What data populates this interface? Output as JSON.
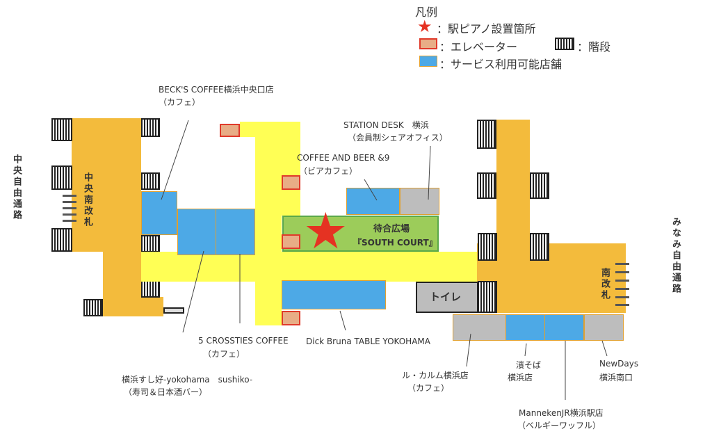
{
  "legend": {
    "title": "凡例",
    "piano": "：駅ピアノ設置箇所",
    "elevator": "：エレベーター",
    "stairs": "：階段",
    "service": "：サービス利用可能店舗"
  },
  "areas": {
    "central_gate": "中央南改札",
    "central_passage": "中央自由通路",
    "south_gate": "南改札",
    "minami_passage": "みなみ自由通路",
    "toilet": "トイレ",
    "court_name": "待合広場",
    "court_sub": "『SOUTH COURT』"
  },
  "shops": [
    {
      "name": "BECK'S COFFEE横浜中央口店",
      "type": "（カフェ）"
    },
    {
      "name": "STATION DESK　横浜",
      "type": "（会員制シェアオフィス）"
    },
    {
      "name": "COFFEE AND BEER &9",
      "type": "（ビアカフェ）"
    },
    {
      "name": "5 CROSSTIES COFFEE",
      "type": "（カフェ）"
    },
    {
      "name": "Dick Bruna TABLE YOKOHAMA",
      "type": ""
    },
    {
      "name": "横浜すし好-yokohama　sushiko-",
      "type": "（寿司＆日本酒バー）"
    },
    {
      "name": "ル・カルム横浜店",
      "type": "（カフェ）"
    },
    {
      "name": "濱そば",
      "type": "横浜店"
    },
    {
      "name": "NewDays",
      "type": "横浜南口"
    },
    {
      "name": "MannekenJR横浜駅店",
      "type": "（ベルギーワッフル）"
    }
  ]
}
